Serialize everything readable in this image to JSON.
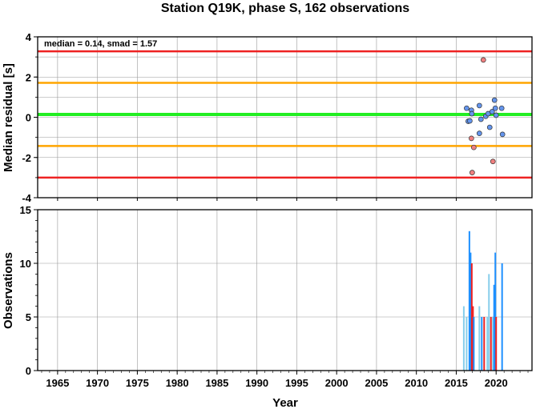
{
  "chart_data": [
    {
      "type": "scatter",
      "title": "Station Q19K, phase S, 162 observations",
      "ylabel": "Median residual [s]",
      "xlabel": "",
      "annotation": "median = 0.14, smad = 1.57",
      "xlim": [
        1962.5,
        2024.5
      ],
      "ylim": [
        -4,
        4
      ],
      "yticks": [
        4,
        2,
        0,
        -2,
        -4
      ],
      "grid": true,
      "hlines": [
        {
          "y": 3.28,
          "color": "#ee2222",
          "role": "upper-outer-bound"
        },
        {
          "y": 1.71,
          "color": "#ffa500",
          "role": "upper-inner-bound"
        },
        {
          "y": 0.14,
          "color": "#22ee22",
          "role": "median"
        },
        {
          "y": -1.43,
          "color": "#ffa500",
          "role": "lower-inner-bound"
        },
        {
          "y": -3.0,
          "color": "#ee2222",
          "role": "lower-outer-bound"
        }
      ],
      "series": [
        {
          "marker_color": "#6495ed",
          "points": [
            {
              "x": 2016.3,
              "y": 0.45
            },
            {
              "x": 2016.5,
              "y": -0.2
            },
            {
              "x": 2016.7,
              "y": -0.18
            },
            {
              "x": 2016.9,
              "y": 0.35
            },
            {
              "x": 2016.95,
              "y": 0.18
            },
            {
              "x": 2017.9,
              "y": 0.58
            },
            {
              "x": 2017.9,
              "y": -0.8
            },
            {
              "x": 2018.1,
              "y": -0.1
            },
            {
              "x": 2018.7,
              "y": 0.05
            },
            {
              "x": 2019.0,
              "y": 0.18
            },
            {
              "x": 2019.2,
              "y": -0.5
            },
            {
              "x": 2019.5,
              "y": 0.28
            },
            {
              "x": 2019.8,
              "y": 0.85
            },
            {
              "x": 2019.9,
              "y": 0.45
            },
            {
              "x": 2020.0,
              "y": 0.1
            },
            {
              "x": 2020.7,
              "y": 0.45
            },
            {
              "x": 2020.8,
              "y": -0.85
            }
          ]
        },
        {
          "marker_color": "#f08080",
          "points": [
            {
              "x": 2018.4,
              "y": 2.85
            },
            {
              "x": 2016.9,
              "y": -1.05
            },
            {
              "x": 2017.2,
              "y": -1.5
            },
            {
              "x": 2017.0,
              "y": -2.75
            },
            {
              "x": 2019.6,
              "y": -2.2
            }
          ]
        }
      ]
    },
    {
      "type": "bar",
      "title": "",
      "ylabel": "Observations",
      "xlabel": "Year",
      "xlim": [
        1962.5,
        2024.5
      ],
      "ylim": [
        0,
        15
      ],
      "yticks": [
        15,
        10,
        5,
        0
      ],
      "xticks": [
        1965,
        1970,
        1975,
        1980,
        1985,
        1990,
        1995,
        2000,
        2005,
        2010,
        2015,
        2020
      ],
      "grid": true,
      "bars": [
        {
          "x": 2015.95,
          "value": 6,
          "color": "#87ceeb"
        },
        {
          "x": 2016.3,
          "value": 5,
          "color": "#87ceeb"
        },
        {
          "x": 2016.65,
          "value": 13,
          "color": "#1e90ff"
        },
        {
          "x": 2016.8,
          "value": 11,
          "color": "#1e90ff"
        },
        {
          "x": 2016.95,
          "value": 10,
          "color": "#ee2222"
        },
        {
          "x": 2017.1,
          "value": 6,
          "color": "#ee2222"
        },
        {
          "x": 2017.2,
          "value": 5,
          "color": "#1e90ff"
        },
        {
          "x": 2017.9,
          "value": 6,
          "color": "#87ceeb"
        },
        {
          "x": 2018.2,
          "value": 5,
          "color": "#1e90ff"
        },
        {
          "x": 2018.5,
          "value": 5,
          "color": "#ee2222"
        },
        {
          "x": 2018.9,
          "value": 5,
          "color": "#87ceeb"
        },
        {
          "x": 2019.1,
          "value": 9,
          "color": "#87ceeb"
        },
        {
          "x": 2019.35,
          "value": 5,
          "color": "#ee2222"
        },
        {
          "x": 2019.6,
          "value": 5,
          "color": "#87ceeb"
        },
        {
          "x": 2019.75,
          "value": 8,
          "color": "#1e90ff"
        },
        {
          "x": 2019.9,
          "value": 11,
          "color": "#1e90ff"
        },
        {
          "x": 2020.0,
          "value": 5,
          "color": "#ee2222"
        },
        {
          "x": 2020.75,
          "value": 10,
          "color": "#1e90ff"
        }
      ]
    }
  ]
}
